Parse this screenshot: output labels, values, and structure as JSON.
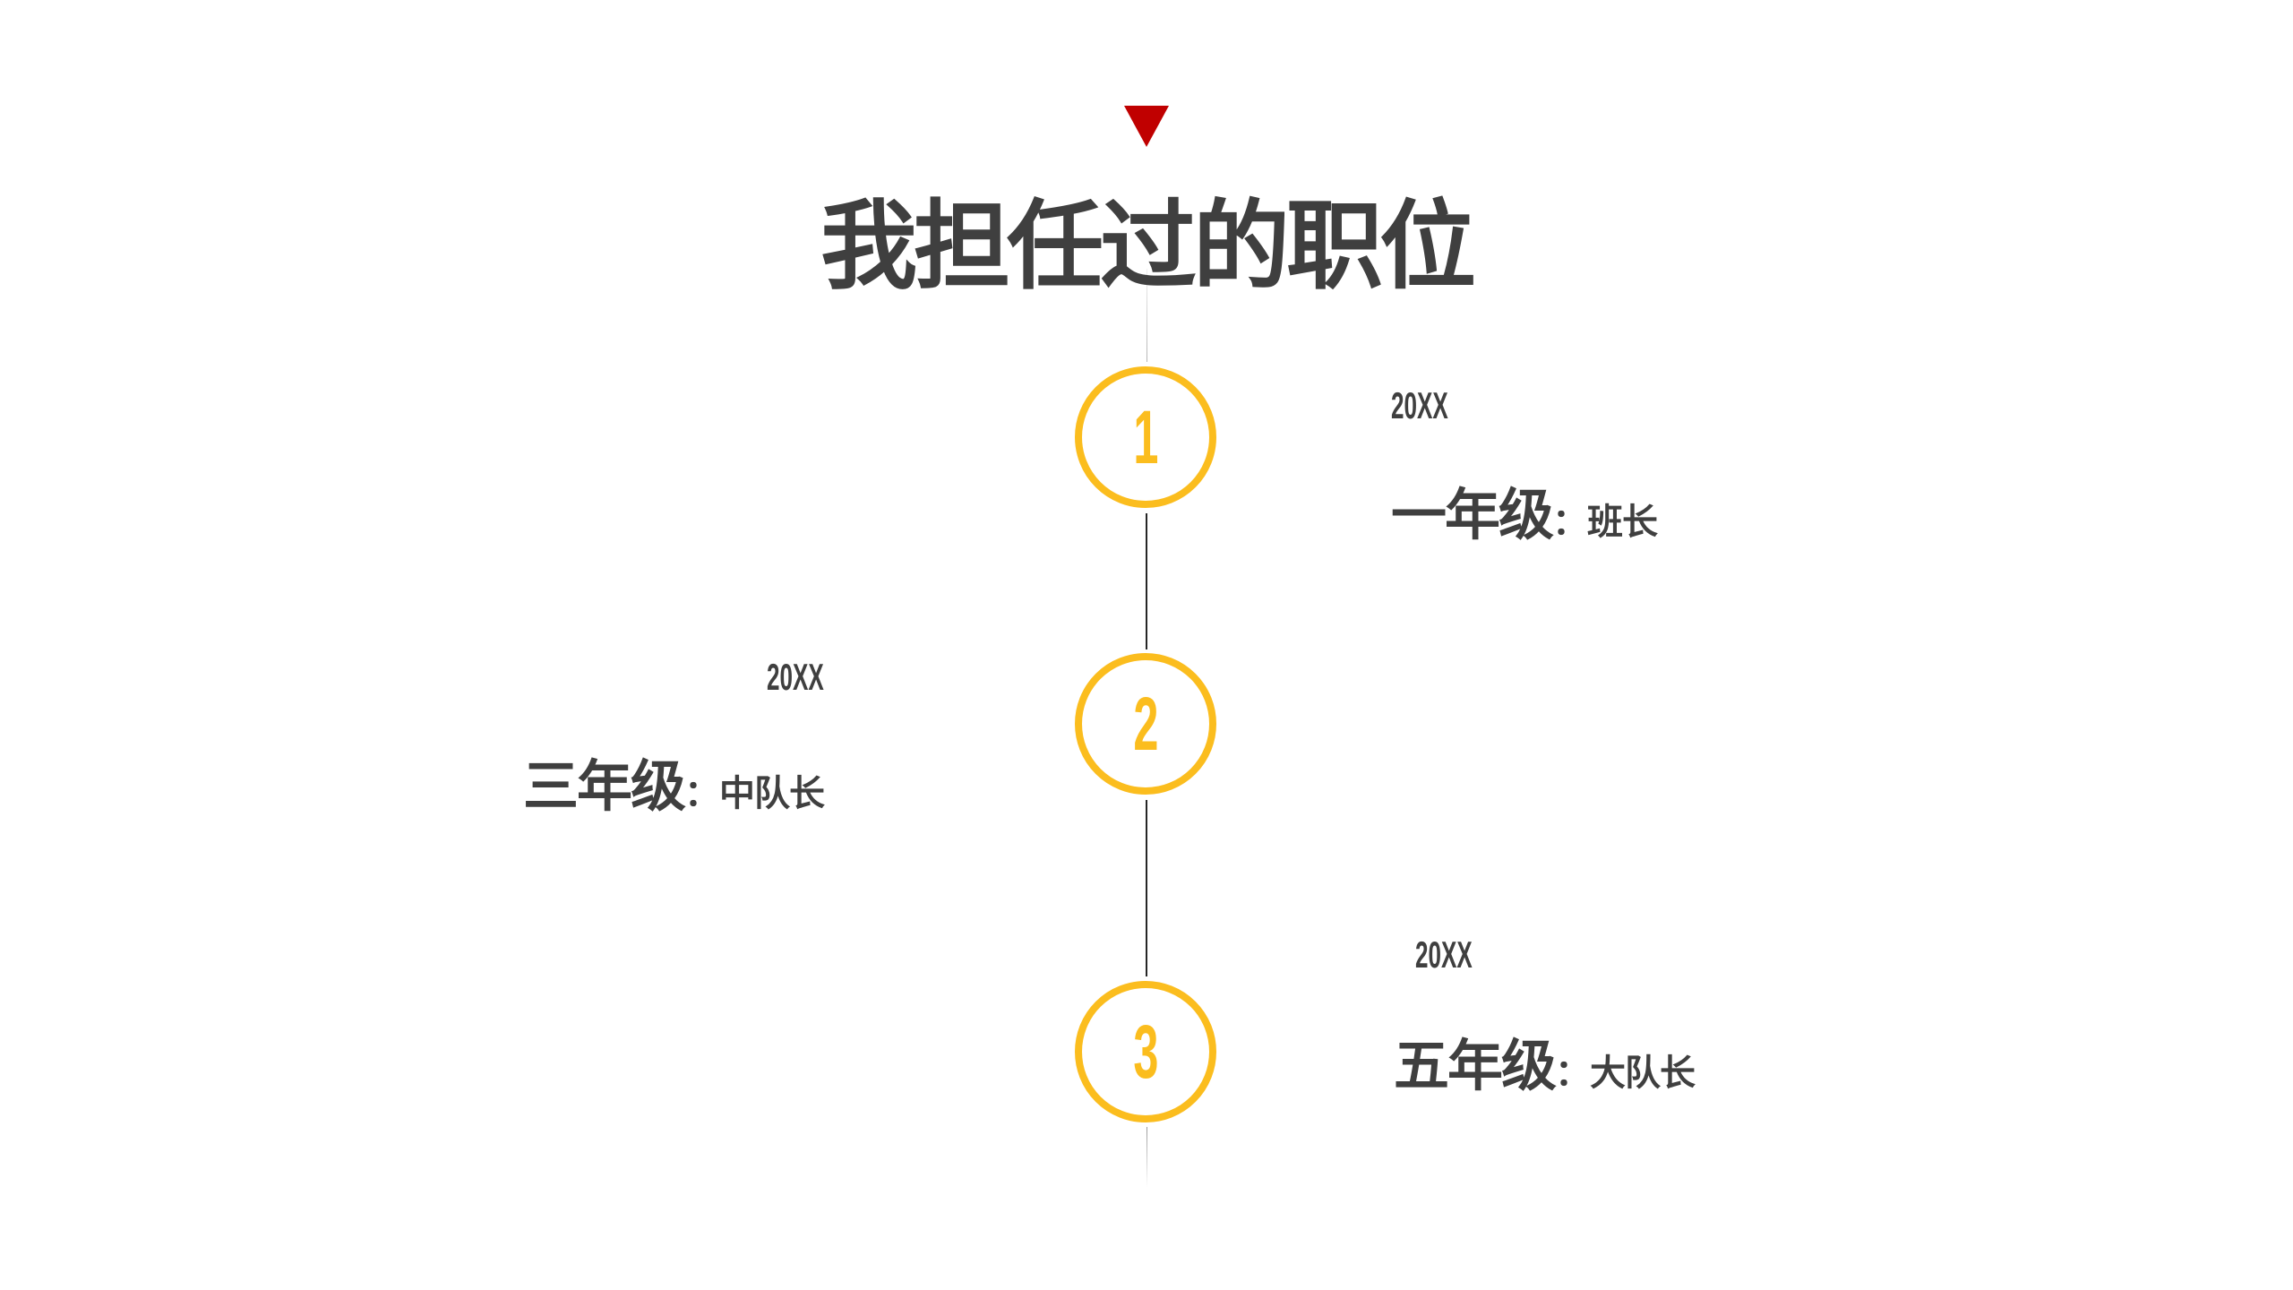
{
  "title": "我担任过的职位",
  "colors": {
    "accent": "#fbbd1e",
    "marker": "#c00000",
    "text": "#3f3f3f",
    "timeline": "#262626"
  },
  "timeline": [
    {
      "number": "1",
      "year": "20XX",
      "grade": "一年级",
      "role": "：班长",
      "side": "right"
    },
    {
      "number": "2",
      "year": "20XX",
      "grade": "三年级",
      "role": "：中队长",
      "side": "left"
    },
    {
      "number": "3",
      "year": "20XX",
      "grade": "五年级",
      "role": "：大队长",
      "side": "right"
    }
  ]
}
